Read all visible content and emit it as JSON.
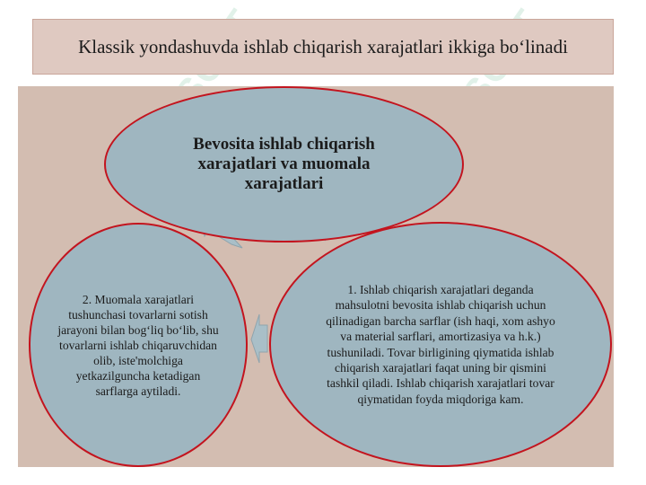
{
  "title": "Klassik yondashuvda ishlab chiqarish xarajatlari ikkiga bo‘linadi",
  "watermark": "SOFT",
  "diagram": {
    "top_node": "Bevosita ishlab chiqarish xarajatlari va muomala xarajatlari",
    "left_node": "2. Muomala xarajatlari tushunchasi tovarlarni sotish jarayoni bilan bog‘liq bo‘lib, shu tovarlarni ishlab chiqaruvchidan olib, iste'molchiga yetkazilguncha ketadigan sarflarga aytiladi.",
    "right_node": "1. Ishlab chiqarish xarajatlari deganda mahsulotni bevosita ishlab chiqarish uchun qilinadigan barcha sarflar (ish haqi, xom ashyo va material sarflari, amortizasiya va h.k.) tushuniladi. Tovar birligining qiymatida ishlab chiqarish xarajatlari faqat uning bir qismini tashkil qiladi. Ishlab chiqarish xarajatlari tovar qiymatidan foyda miqdoriga kam."
  },
  "colors": {
    "title_bg": "#dfc9c1",
    "panel_bg": "#d3bdb1",
    "node_fill": "#9fb6c0",
    "node_border": "#c3141e",
    "arrow_fill": "#a9bfc8"
  }
}
